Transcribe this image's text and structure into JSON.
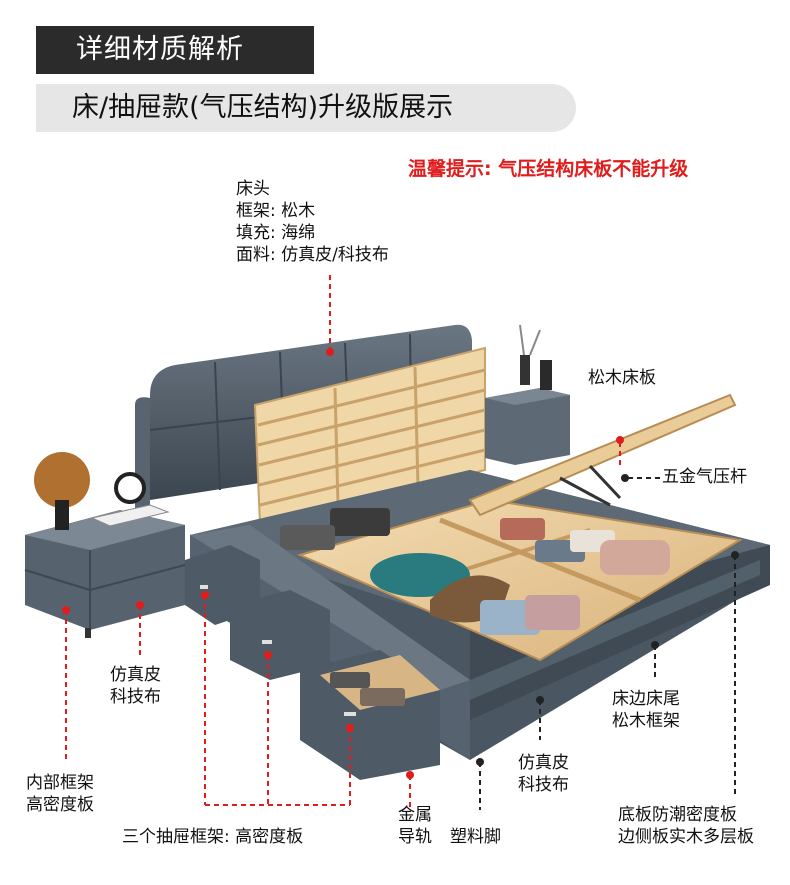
{
  "header": {
    "title": "详细材质解析",
    "subtitle": "床/抽屉款(气压结构)升级版展示",
    "tip": "温馨提示: 气压结构床板不能升级"
  },
  "callouts": {
    "headboard": {
      "title": "床头",
      "frame": "框架: 松木",
      "fill": "填充: 海绵",
      "fabric": "面料: 仿真皮/科技布"
    },
    "slat_board": "松木床板",
    "gas_strut": "五金气压杆",
    "nightstand_fabric": [
      "仿真皮",
      "科技布"
    ],
    "bed_side_frame": [
      "床边床尾",
      "松木框架"
    ],
    "bed_side_fabric": [
      "仿真皮",
      "科技布"
    ],
    "inner_frame": [
      "内部框架",
      "高密度板"
    ],
    "drawer_frame": "三个抽屉框架: 高密度板",
    "metal_rail": [
      "金属",
      "导轨"
    ],
    "plastic_feet": "塑料脚",
    "bottom_board": [
      "底板防潮密度板",
      "边侧板实木多层板"
    ]
  },
  "colors": {
    "accent": "#e01d1d",
    "header_dark": "#2b2b2b",
    "header_light": "#e6e6e6",
    "leather": "#4d5a66",
    "wood": "#e8c896"
  }
}
